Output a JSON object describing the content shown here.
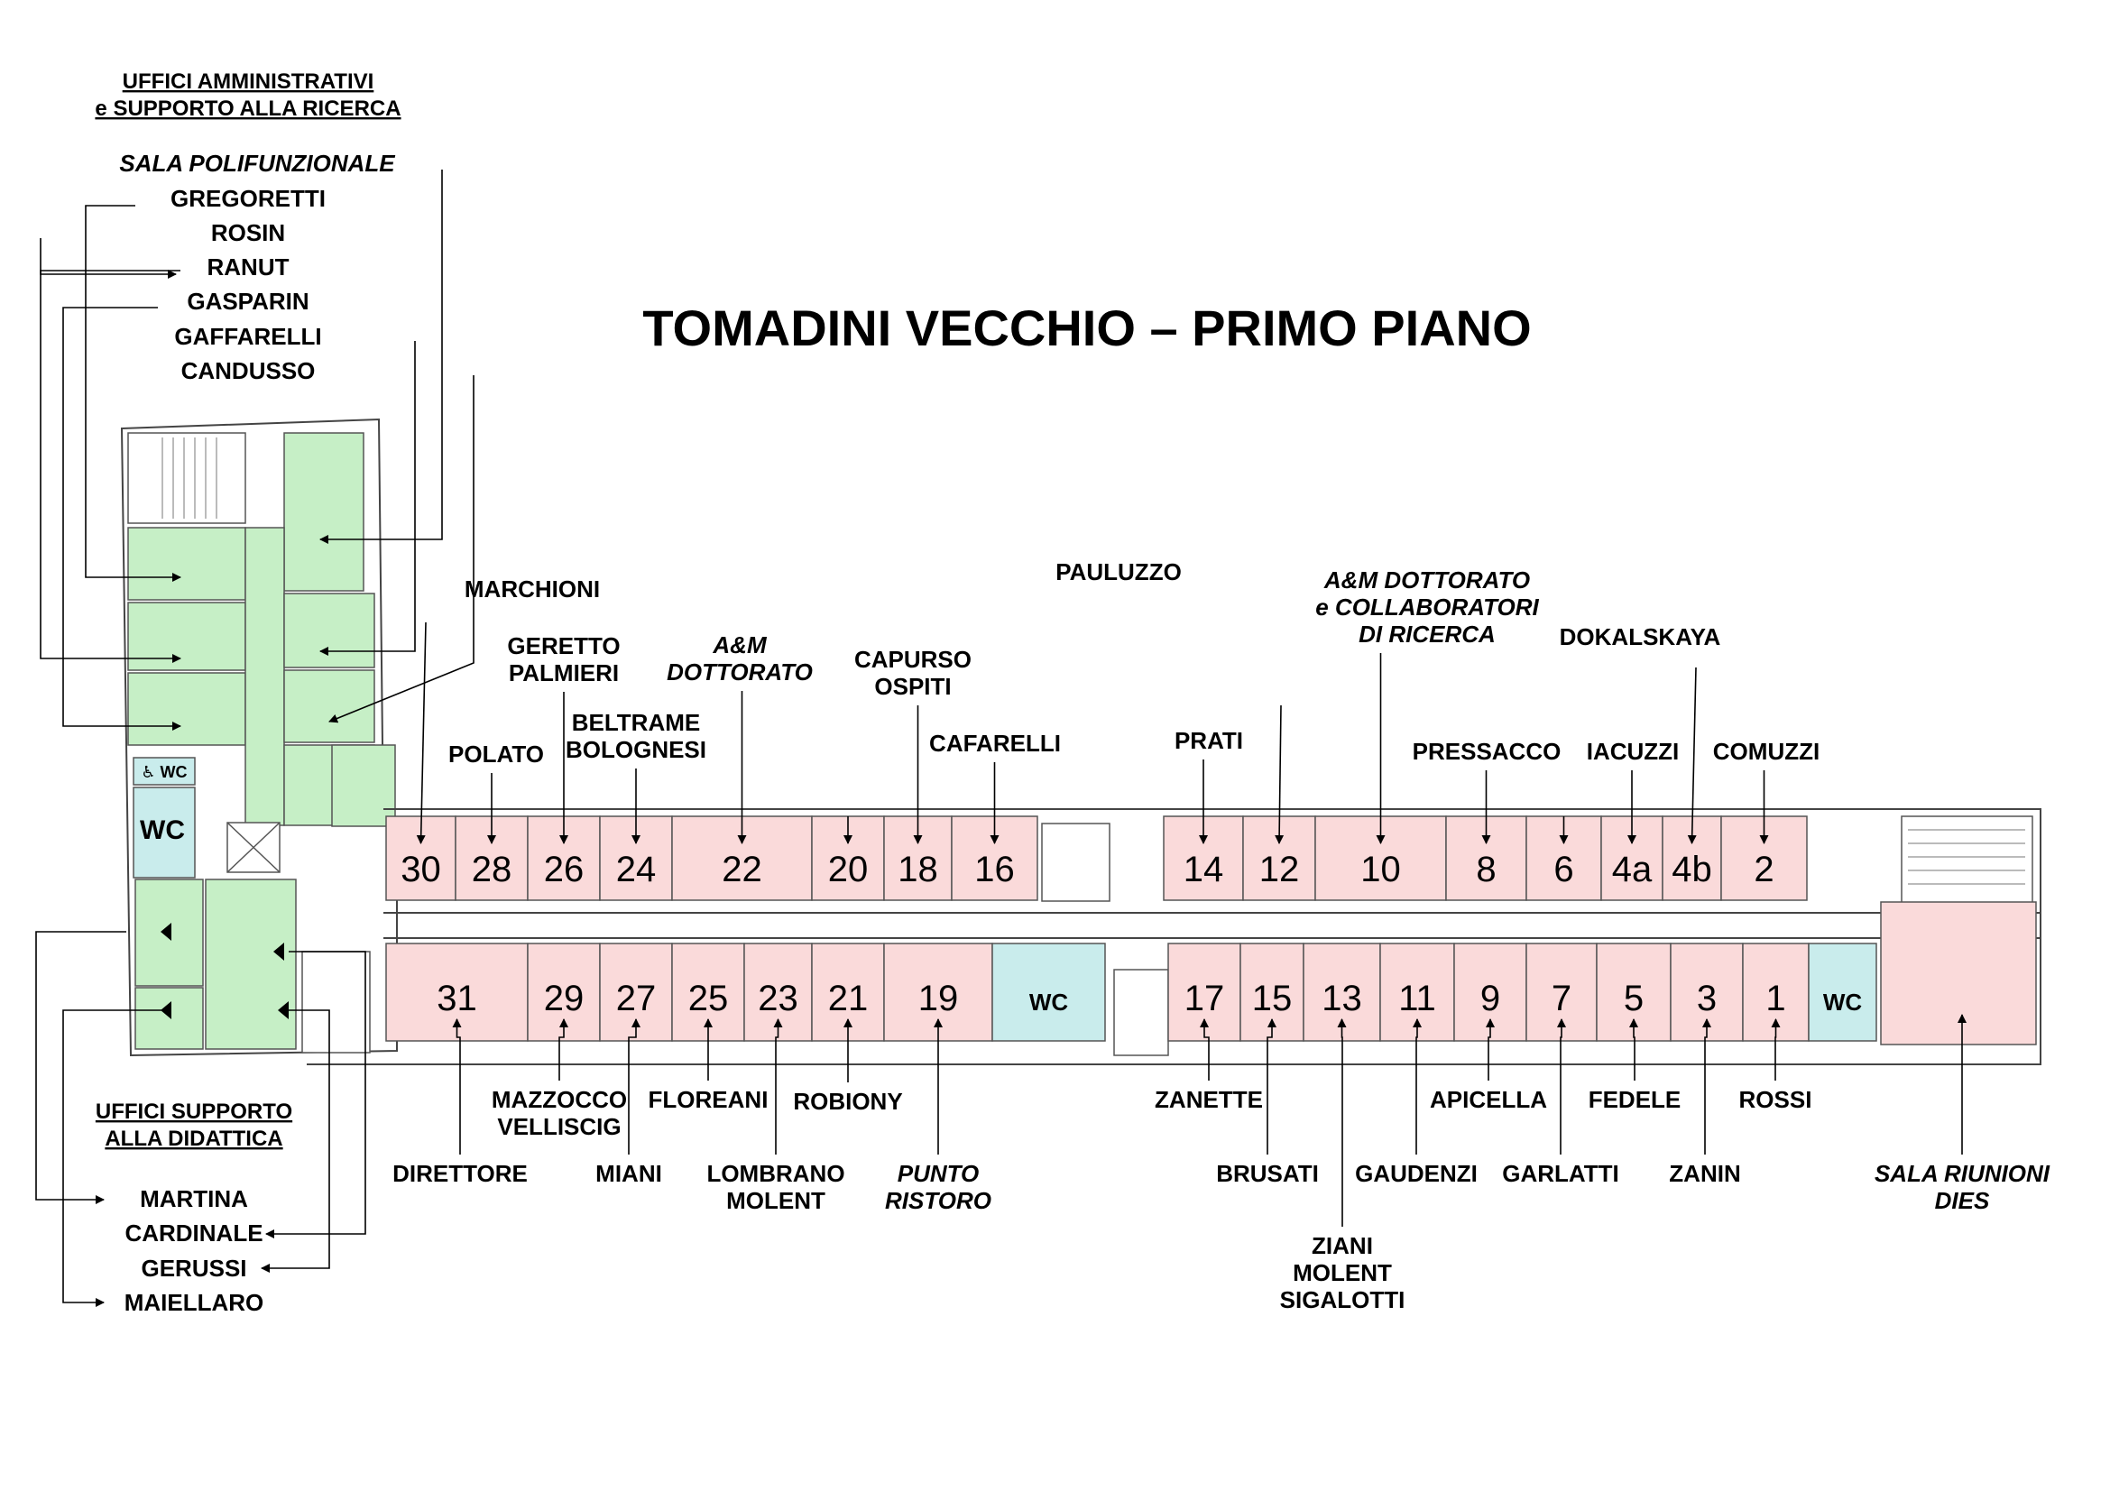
{
  "title": "TOMADINI VECCHIO – PRIMO PIANO",
  "sections": {
    "admin_line1": "UFFICI AMMINISTRATIVI",
    "admin_line2": "e SUPPORTO ALLA RICERCA",
    "didattica_line1": "UFFICI SUPPORTO",
    "didattica_line2": "ALLA DIDATTICA"
  },
  "colors": {
    "admin_area": "#c6efc6",
    "office": "#fadada",
    "wc": "#c9ecec",
    "wall": "#444444"
  },
  "left_wing": {
    "wc_small": "♿ WC",
    "wc": "WC",
    "top_labels": [
      {
        "text": "SALA POLIFUNZIONALE",
        "italic": true
      },
      {
        "text": "GREGORETTI"
      },
      {
        "text": "ROSIN"
      },
      {
        "text": "RANUT"
      },
      {
        "text": "GASPARIN"
      },
      {
        "text": "GAFFARELLI"
      },
      {
        "text": "CANDUSSO"
      }
    ],
    "bottom_labels": [
      {
        "text": "MARTINA"
      },
      {
        "text": "CARDINALE"
      },
      {
        "text": "GERUSSI"
      },
      {
        "text": "MAIELLARO"
      }
    ]
  },
  "north_rooms": [
    {
      "number": "30",
      "label": [
        "MARCHIONI"
      ]
    },
    {
      "number": "28",
      "label": [
        "POLATO"
      ]
    },
    {
      "number": "26",
      "label": [
        "GERETTO",
        "PALMIERI"
      ]
    },
    {
      "number": "24",
      "label": [
        "BELTRAME",
        "BOLOGNESI"
      ]
    },
    {
      "number": "22",
      "label": [
        "A&M",
        "DOTTORATO"
      ],
      "italic": true
    },
    {
      "number": "20",
      "label": []
    },
    {
      "number": "18",
      "label": [
        "CAPURSO",
        "OSPITI"
      ]
    },
    {
      "number": "16",
      "label": [
        "CAFARELLI"
      ]
    },
    {
      "number": "14",
      "label": [
        "PRATI"
      ]
    },
    {
      "number": "12",
      "label": [
        "PAULUZZO"
      ]
    },
    {
      "number": "10",
      "label": [
        "A&M DOTTORATO",
        "e COLLABORATORI",
        "DI RICERCA"
      ],
      "italic": true
    },
    {
      "number": "8",
      "label": [
        "PRESSACCO"
      ]
    },
    {
      "number": "6",
      "label": []
    },
    {
      "number": "4a",
      "label": [
        "IACUZZI"
      ]
    },
    {
      "number": "4b",
      "label": [
        "DOKALSKAYA"
      ]
    },
    {
      "number": "2",
      "label": [
        "COMUZZI"
      ]
    }
  ],
  "south_rooms": [
    {
      "number": "31",
      "label": [
        "DIRETTORE"
      ]
    },
    {
      "number": "29",
      "label": [
        "MAZZOCCO",
        "VELLISCIG"
      ]
    },
    {
      "number": "27",
      "label": [
        "MIANI"
      ]
    },
    {
      "number": "25",
      "label": [
        "FLOREANI"
      ]
    },
    {
      "number": "23",
      "label": [
        "LOMBRANO",
        "MOLENT"
      ]
    },
    {
      "number": "21",
      "label": [
        "ROBIONY"
      ]
    },
    {
      "number": "19",
      "label": [
        "PUNTO",
        "RISTORO"
      ],
      "italic": true
    },
    {
      "number": "WC",
      "label": []
    },
    {
      "number": "17",
      "label": [
        "ZANETTE"
      ]
    },
    {
      "number": "15",
      "label": [
        "BRUSATI"
      ]
    },
    {
      "number": "13",
      "label": [
        "ZIANI",
        "MOLENT",
        "SIGALOTTI"
      ]
    },
    {
      "number": "11",
      "label": [
        "GAUDENZI"
      ]
    },
    {
      "number": "9",
      "label": [
        "APICELLA"
      ]
    },
    {
      "number": "7",
      "label": [
        "GARLATTI"
      ]
    },
    {
      "number": "5",
      "label": [
        "FEDELE"
      ]
    },
    {
      "number": "3",
      "label": [
        "ZANIN"
      ]
    },
    {
      "number": "1",
      "label": [
        "ROSSI"
      ]
    },
    {
      "number": "WC",
      "label": []
    }
  ],
  "meeting_room": {
    "label": [
      "SALA RIUNIONI",
      "DIES"
    ],
    "italic": true
  }
}
